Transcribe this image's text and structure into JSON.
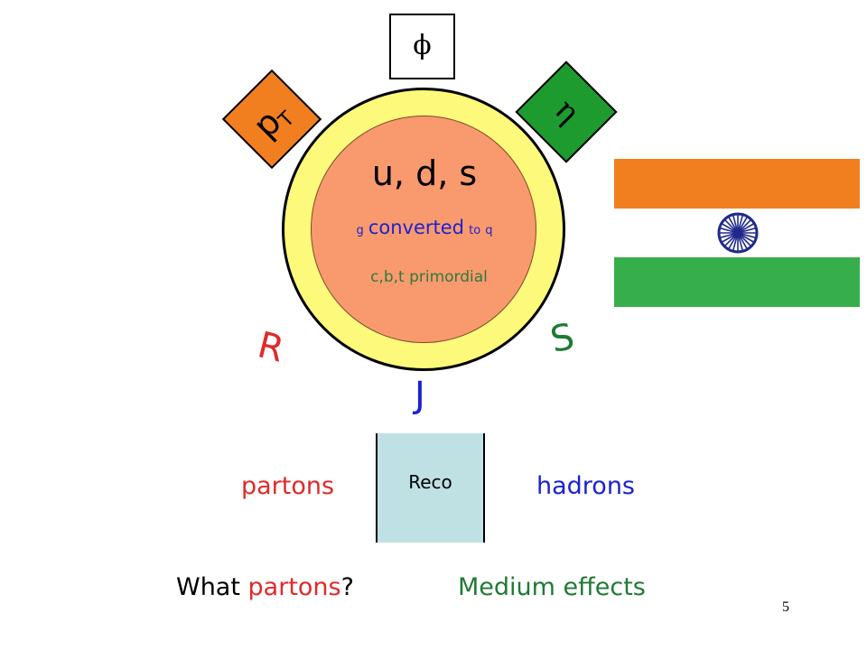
{
  "core": {
    "flavors": "u, d, s",
    "conversion": {
      "g": "g",
      "converted": "converted",
      "to": "to",
      "q": "q"
    },
    "primordial": "c,b,t primordial"
  },
  "variables": {
    "phi": "ϕ",
    "pt_main": "p",
    "pt_sub": "T",
    "eta": "η",
    "R": "R",
    "S": "S",
    "J": "J"
  },
  "recombination": {
    "box_label": "Reco",
    "left_label": "partons",
    "right_label": "hadrons"
  },
  "bottom": {
    "question_prefix": "What ",
    "question_highlight": "partons",
    "question_suffix": "?",
    "medium_effects": "Medium effects"
  },
  "slide_number": "5",
  "flag_colors": {
    "saffron": "#f27f1f",
    "white": "#ffffff",
    "green": "#37ae4c",
    "chakra": "#1f2a8a"
  },
  "icons": {
    "flag": "indian-flag-icon",
    "wheel": "ashoka-chakra-icon"
  }
}
